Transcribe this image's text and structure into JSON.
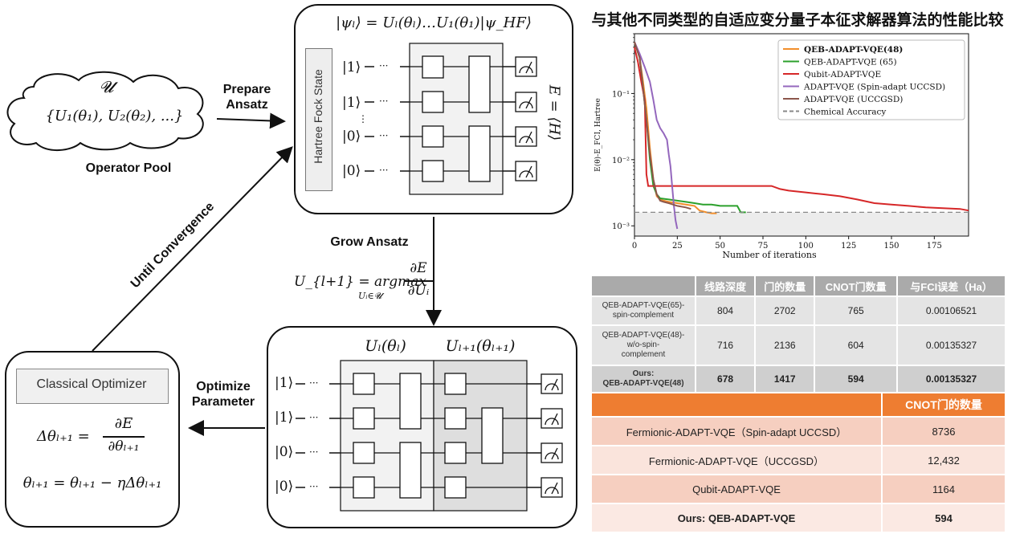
{
  "operator_pool": {
    "pool_symbol": "𝓤",
    "pool_set": "{U₁(θ₁), U₂(θ₂), ...}",
    "label": "Operator Pool"
  },
  "arrows": {
    "prepare": "Prepare\nAnsatz",
    "grow": "Grow Ansatz",
    "optimize": "Optimize\nParameter",
    "until": "Until Convergence"
  },
  "ansatz_box": {
    "equation": "|ψₗ⟩ = Uₗ(θₗ)…U₁(θ₁)|ψ_HF⟩",
    "hf_label": "Hartree Fock State",
    "energy_label": "E = ⟨H⟩",
    "kets": [
      "|1⟩",
      "|1⟩",
      "|0⟩",
      "|0⟩"
    ]
  },
  "grow_equation": {
    "lhs": "U_{l+1} = argmax",
    "sub": "Uᵢ∈𝓤",
    "num": "∂E",
    "den": "∂Uᵢ"
  },
  "optimize_box": {
    "u_l": "Uₗ(θₗ)",
    "u_l1": "Uₗ₊₁(θₗ₊₁)",
    "kets": [
      "|1⟩",
      "|1⟩",
      "|0⟩",
      "|0⟩"
    ]
  },
  "optimizer_box": {
    "title": "Classical Optimizer",
    "eq1_lhs": "Δθₗ₊₁ =",
    "eq1_num": "∂E",
    "eq1_den": "∂θₗ₊₁",
    "eq2": "θₗ₊₁ = θₗ₊₁ − ηΔθₗ₊₁"
  },
  "chart_title": "与其他不同类型的自适应变分量子本征求解器算法的性能比较",
  "chart_data": {
    "type": "line",
    "title": "与其他不同类型的自适应变分量子本征求解器算法的性能比较",
    "xlabel": "Number of iterations",
    "ylabel": "E(θ)-E_FCI, Hartree",
    "xlim": [
      0,
      195
    ],
    "ylim": [
      0.0007,
      0.8
    ],
    "yscale": "log",
    "xticks": [
      "0",
      "25",
      "50",
      "75",
      "100",
      "125",
      "150",
      "175"
    ],
    "yticks": [
      "10⁻¹",
      "10⁻²",
      "10⁻³"
    ],
    "grid": false,
    "legend_position": "top-right",
    "series": [
      {
        "name": "QEB-ADAPT-VQE(48)",
        "color": "#f28e2b",
        "x": [
          0,
          3,
          5,
          7,
          9,
          11,
          13,
          15,
          17,
          20,
          25,
          30,
          35,
          38,
          42,
          45,
          48
        ],
        "y": [
          0.6,
          0.35,
          0.15,
          0.06,
          0.015,
          0.005,
          0.0028,
          0.0025,
          0.0024,
          0.0023,
          0.0022,
          0.0021,
          0.002,
          0.0017,
          0.0016,
          0.00155,
          0.00155
        ]
      },
      {
        "name": "QEB-ADAPT-VQE (65)",
        "color": "#2ca02c",
        "x": [
          0,
          3,
          5,
          7,
          9,
          11,
          13,
          15,
          20,
          25,
          30,
          35,
          40,
          45,
          50,
          55,
          60,
          62,
          64,
          65
        ],
        "y": [
          0.6,
          0.35,
          0.12,
          0.04,
          0.01,
          0.004,
          0.003,
          0.0026,
          0.0025,
          0.0024,
          0.0023,
          0.0022,
          0.0021,
          0.0021,
          0.002,
          0.002,
          0.002,
          0.0016,
          0.0016,
          0.0016
        ]
      },
      {
        "name": "Qubit-ADAPT-VQE",
        "color": "#d62728",
        "x": [
          0,
          2,
          4,
          6,
          7,
          8,
          10,
          20,
          40,
          60,
          80,
          85,
          90,
          100,
          110,
          120,
          130,
          140,
          150,
          160,
          170,
          180,
          190,
          195
        ],
        "y": [
          0.5,
          0.3,
          0.15,
          0.08,
          0.006,
          0.004,
          0.004,
          0.004,
          0.004,
          0.004,
          0.004,
          0.0036,
          0.0034,
          0.0032,
          0.003,
          0.0028,
          0.0025,
          0.0022,
          0.0021,
          0.002,
          0.0019,
          0.00185,
          0.0018,
          0.0017
        ]
      },
      {
        "name": "ADAPT-VQE (Spin-adapt UCCSD)",
        "color": "#9467bd",
        "x": [
          0,
          3,
          6,
          9,
          11,
          13,
          15,
          17,
          19,
          20,
          21,
          22,
          23,
          24,
          25
        ],
        "y": [
          0.6,
          0.4,
          0.25,
          0.15,
          0.08,
          0.04,
          0.03,
          0.025,
          0.02,
          0.012,
          0.008,
          0.004,
          0.002,
          0.0012,
          0.0009
        ]
      },
      {
        "name": "ADAPT-VQE (UCCGSD)",
        "color": "#8c564b",
        "x": [
          0,
          3,
          5,
          7,
          9,
          11,
          13,
          15,
          17,
          20,
          25,
          30,
          33
        ],
        "y": [
          0.6,
          0.35,
          0.12,
          0.04,
          0.012,
          0.005,
          0.003,
          0.0024,
          0.0023,
          0.0022,
          0.002,
          0.0019,
          0.0018
        ]
      },
      {
        "name": "Chemical Accuracy",
        "color": "#888888",
        "dashed": true,
        "x": [
          0,
          195
        ],
        "y": [
          0.0016,
          0.0016
        ]
      }
    ]
  },
  "table1": {
    "headers": [
      "",
      "线路深度",
      "门的数量",
      "CNOT门数量",
      "与FCI误差（Ha）"
    ],
    "rows": [
      {
        "name": "QEB-ADAPT-VQE(65)-\nspin-complement",
        "depth": "804",
        "gates": "2702",
        "cnot": "765",
        "err": "0.00106521"
      },
      {
        "name": "QEB-ADAPT-VQE(48)-\nw/o-spin-\ncomplement",
        "depth": "716",
        "gates": "2136",
        "cnot": "604",
        "err": "0.00135327"
      },
      {
        "name": "Ours:\nQEB-ADAPT-VQE(48)",
        "depth": "678",
        "gates": "1417",
        "cnot": "594",
        "err": "0.00135327"
      }
    ]
  },
  "table2": {
    "headers": [
      "",
      "CNOT门的数量"
    ],
    "rows": [
      {
        "name": "Fermionic-ADAPT-VQE（Spin-adapt UCCSD）",
        "cnot": "8736"
      },
      {
        "name": "Fermionic-ADAPT-VQE（UCCGSD）",
        "cnot": "12,432"
      },
      {
        "name": "Qubit-ADAPT-VQE",
        "cnot": "1164"
      },
      {
        "name": "Ours: QEB-ADAPT-VQE",
        "cnot": "594"
      }
    ]
  }
}
